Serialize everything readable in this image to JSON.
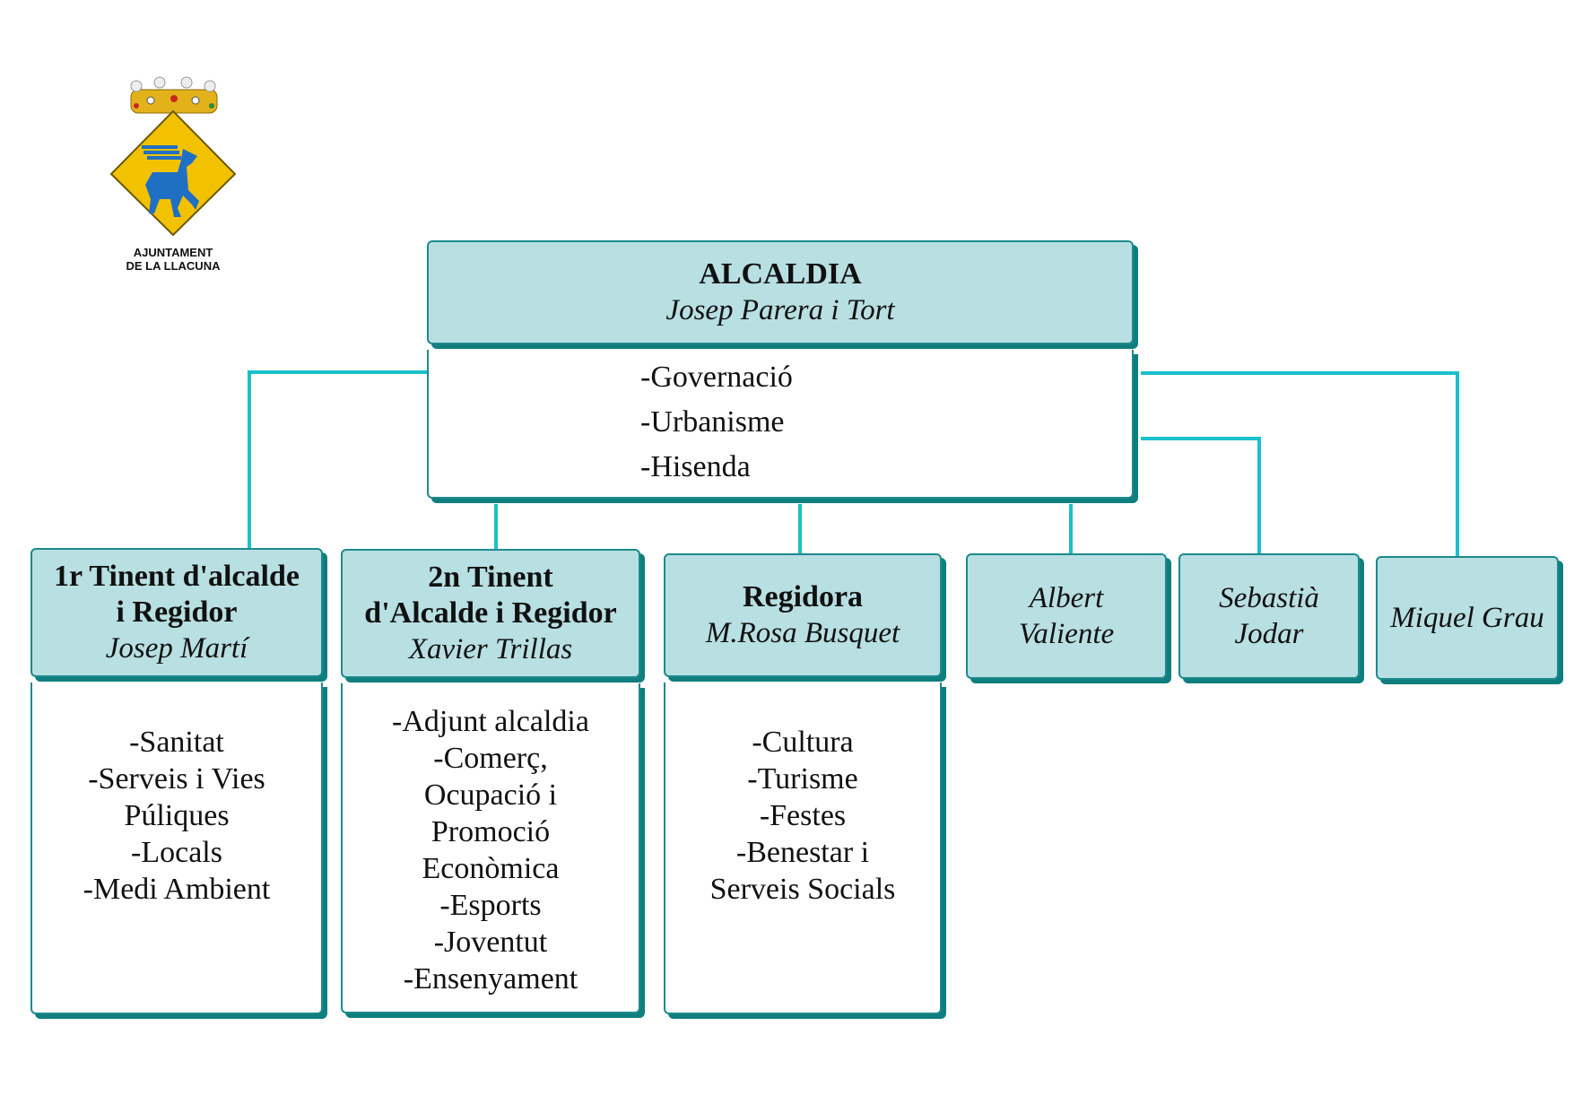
{
  "logo": {
    "line1": "AJUNTAMENT",
    "line2": "DE LA LLACUNA",
    "colors": {
      "shield": "#f2c200",
      "deer": "#1f6fc4",
      "crown": "#e3b21a"
    }
  },
  "colors": {
    "header_fill": "#b8dfe2",
    "border": "#0f7e7e",
    "connector": "#19c0cc"
  },
  "alcaldia": {
    "title": "ALCALDIA",
    "name": "Josep Parera i Tort",
    "items": [
      "-Governació",
      "-Urbanisme",
      "-Hisenda"
    ]
  },
  "members": [
    {
      "title_lines": [
        "1r Tinent d'alcalde",
        "i Regidor"
      ],
      "name": "Josep Martí",
      "items": [
        "-Sanitat",
        "-Serveis i Vies",
        "Púliques",
        "-Locals",
        "-Medi Ambient"
      ]
    },
    {
      "title_lines": [
        "2n Tinent",
        "d'Alcalde i Regidor"
      ],
      "name": "Xavier Trillas",
      "items": [
        "-Adjunt alcaldia",
        "-Comerç,",
        "Ocupació i",
        "Promoció",
        "Econòmica",
        "-Esports",
        "-Joventut",
        "-Ensenyament"
      ]
    },
    {
      "title_lines": [
        "Regidora"
      ],
      "name": "M.Rosa Busquet",
      "items": [
        "-Cultura",
        "-Turisme",
        "-Festes",
        "-Benestar i",
        "Serveis Socials"
      ]
    },
    {
      "name_lines": [
        "Albert",
        "Valiente"
      ]
    },
    {
      "name_lines": [
        "Sebastià",
        "Jodar"
      ]
    },
    {
      "name_lines": [
        "Miquel Grau"
      ]
    }
  ]
}
